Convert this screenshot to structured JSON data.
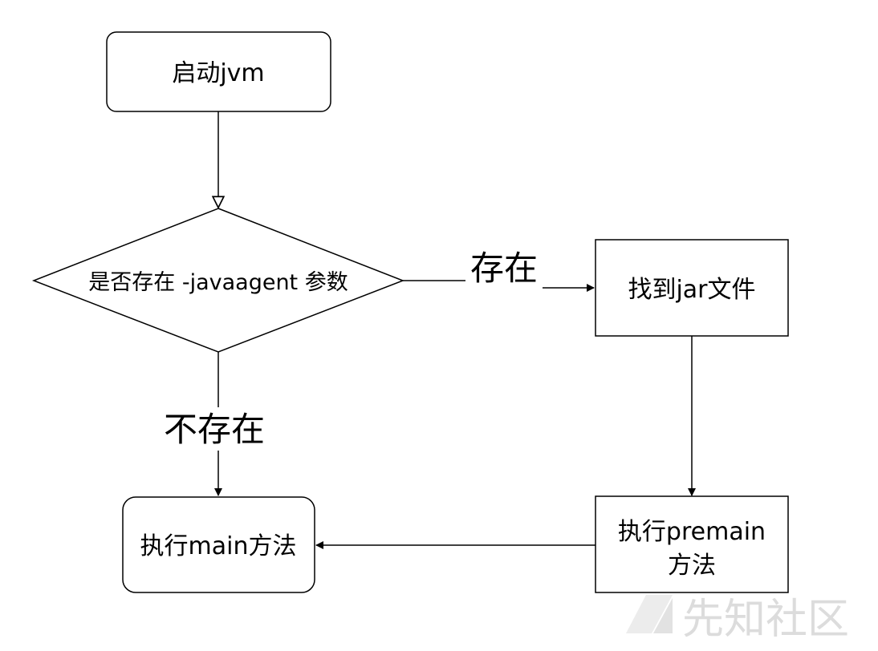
{
  "nodes": {
    "start": {
      "label": "启动jvm"
    },
    "decision": {
      "label": "是否存在 -javaagent 参数"
    },
    "find_jar": {
      "label": "找到jar文件"
    },
    "premain": {
      "line1": "执行premain",
      "line2": "方法"
    },
    "main": {
      "label": "执行main方法"
    }
  },
  "edges": {
    "yes_label": "存在",
    "no_label": "不存在"
  },
  "watermark": {
    "text": "先知社区"
  },
  "colors": {
    "stroke": "#000000",
    "background": "#ffffff",
    "watermark": "#dcdcdc"
  }
}
